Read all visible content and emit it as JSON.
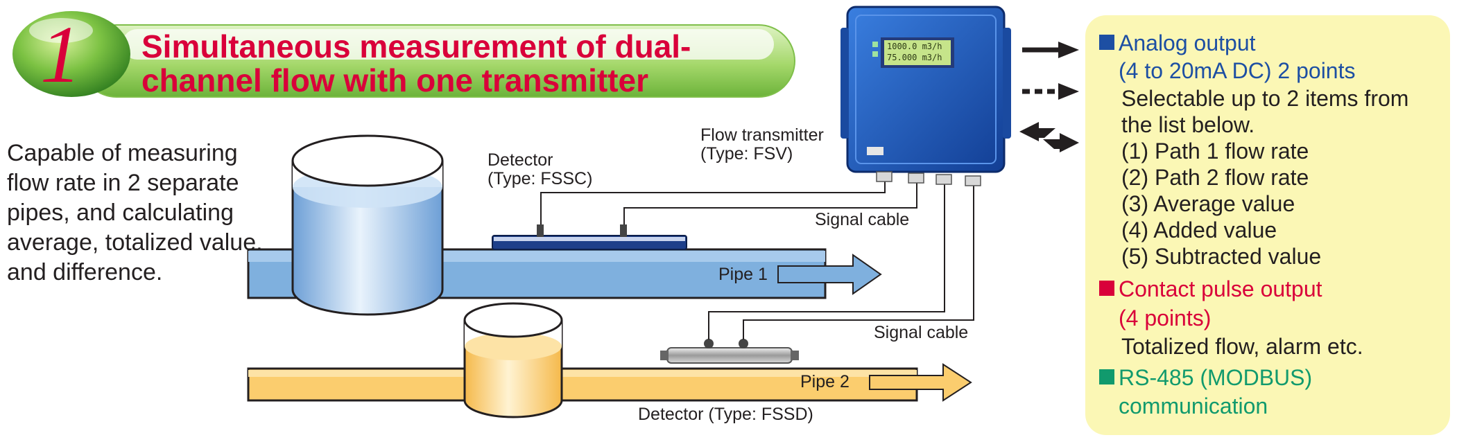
{
  "header": {
    "badge_number": "1",
    "title_line1": "Simultaneous measurement of dual-",
    "title_line2": "channel flow with one transmitter"
  },
  "description": "Capable of measuring flow rate in 2 separate pipes, and calculating average, totalized value, and difference.",
  "labels": {
    "detector1_name": "Detector",
    "detector1_type": "(Type: FSSC)",
    "transmitter_name": "Flow transmitter",
    "transmitter_type": "(Type: FSV)",
    "signal_cable_1": "Signal cable",
    "signal_cable_2": "Signal cable",
    "pipe1": "Pipe 1",
    "pipe2": "Pipe 2",
    "detector2": "Detector (Type: FSSD)"
  },
  "display": {
    "line1": "1000.0 m3/h",
    "line2": "75.000 m3/h"
  },
  "outputs": {
    "analog_title": "Analog output",
    "analog_spec": "(4 to 20mA DC) 2 points",
    "analog_desc_1": "Selectable up to 2 items from",
    "analog_desc_2": "the list below.",
    "items": [
      "(1) Path 1 flow rate",
      "(2) Path 2 flow rate",
      "(3) Average value",
      "(4) Added value",
      "(5) Subtracted value"
    ],
    "pulse_title": "Contact pulse output",
    "pulse_spec": "(4 points)",
    "pulse_desc": "Totalized flow, alarm etc.",
    "rs485_title": "RS-485 (MODBUS)",
    "rs485_desc": "communication"
  },
  "colors": {
    "title_red": "#d9003a",
    "banner_green": "#7cc243",
    "pipe1_blue": "#7fb0de",
    "pipe2_yellow": "#fbcd6e",
    "transmitter_blue": "#1e58b8",
    "panel_yellow": "#fbf7b5",
    "analog_blue": "#1d4fa3",
    "rs485_green": "#119a6d"
  }
}
